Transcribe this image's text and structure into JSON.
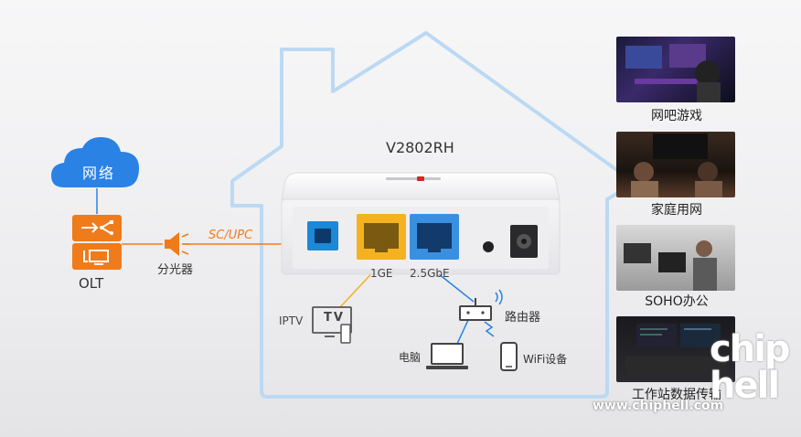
{
  "model": "V2802RH",
  "cloud": {
    "label": "网络"
  },
  "olt": {
    "label": "OLT"
  },
  "splitter": {
    "label": "分光器"
  },
  "fiber": {
    "label": "SC/UPC"
  },
  "ports": {
    "ge1": "1GE",
    "ge25": "2.5GbE"
  },
  "devices": {
    "tv_label": "IPTV",
    "tv_screen_text": "TV",
    "router": "路由器",
    "computer": "电脑",
    "wifi_device": "WiFi设备"
  },
  "scenarios": [
    {
      "label": "网吧游戏"
    },
    {
      "label": "家庭用网"
    },
    {
      "label": "SOHO办公"
    },
    {
      "label": "工作站数据传输"
    }
  ],
  "watermark": {
    "url": "www.chiphell.com",
    "logo": "chip hell"
  },
  "colors": {
    "orange": "#f07b1a",
    "blue": "#2a82e4",
    "yellow": "#f4b120",
    "house": "#bcd9f3"
  }
}
